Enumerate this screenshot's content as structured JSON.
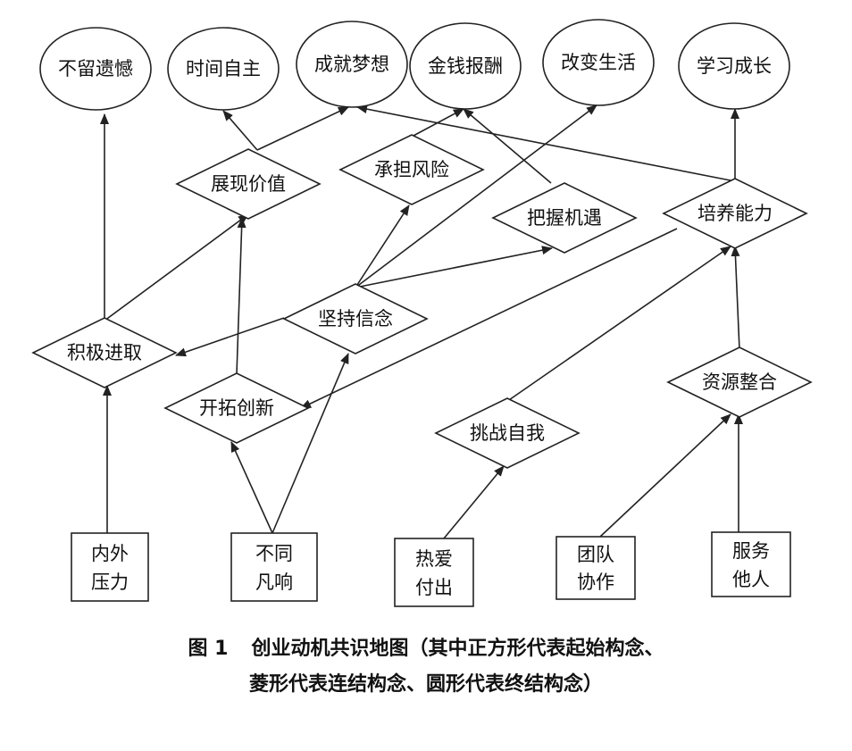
{
  "nodes": {
    "n1": "不留遗憾",
    "n2": "时间自主",
    "n3": "成就梦想",
    "n4": "金钱报酬",
    "n5": "改变生活",
    "n6": "学习成长",
    "d_zhanxian": "展现价值",
    "d_chengdan": "承担风险",
    "d_bawo": "把握机遇",
    "d_peiyang": "培养能力",
    "d_jianchi": "坚持信念",
    "d_jiji": "积极进取",
    "d_kaituo": "开拓创新",
    "d_tiaozhan": "挑战自我",
    "d_ziyuan": "资源整合",
    "s_neiwai": [
      "内外",
      "压力"
    ],
    "s_butong": [
      "不同",
      "凡响"
    ],
    "s_reai": [
      "热爱",
      "付出"
    ],
    "s_tuandui": [
      "团队",
      "协作"
    ],
    "s_fuwu": [
      "服务",
      "他人"
    ]
  },
  "caption": {
    "number": "图 1",
    "line1": "创业动机共识地图（其中正方形代表起始构念、",
    "line2": "菱形代表连结构念、圆形代表终结构念）"
  }
}
